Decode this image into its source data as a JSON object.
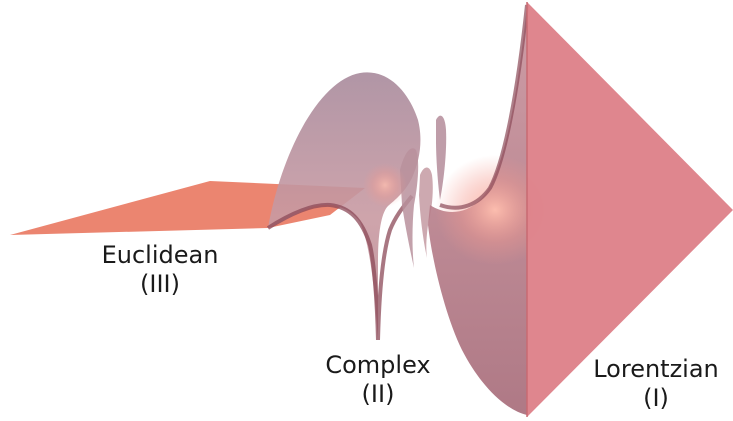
{
  "regions": {
    "euclidean": {
      "name": "Euclidean",
      "numeral": "(III)"
    },
    "complex": {
      "name": "Complex",
      "numeral": "(II)"
    },
    "lorentzian": {
      "name": "Lorentzian",
      "numeral": "(I)"
    }
  },
  "colors": {
    "euclidean_sheet": "#ea7e68",
    "lorentzian_sheet": "#dd8088",
    "complex_surface": "#b9929e",
    "complex_inner": "#9c5a66",
    "glow": "#ffb0a0"
  }
}
